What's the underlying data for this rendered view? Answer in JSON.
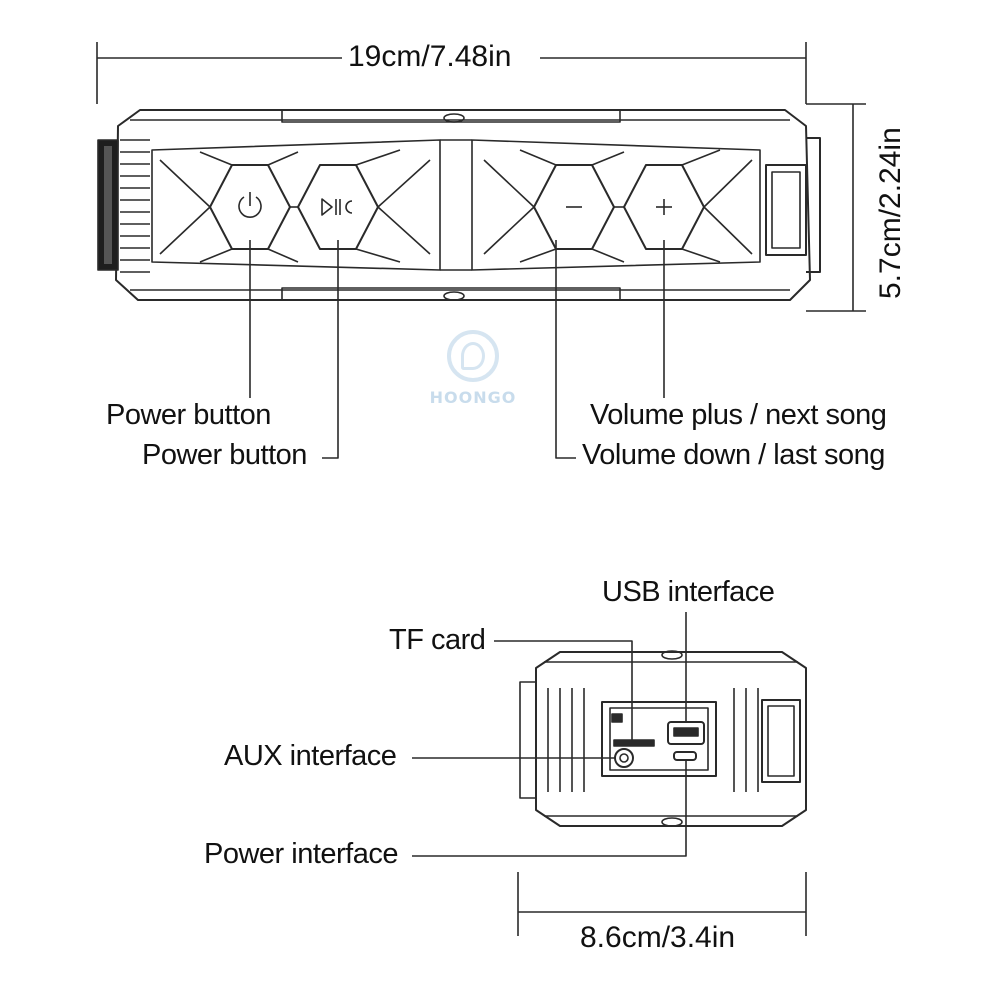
{
  "dimensions": {
    "width_label": "19cm/7.48in",
    "height_label": "5.7cm/2.24in",
    "depth_label": "8.6cm/3.4in"
  },
  "front_callouts": {
    "power": "Power button",
    "play_pause": "Power button",
    "volume_plus": "Volume plus / next song",
    "volume_down": "Volume down / last song"
  },
  "side_callouts": {
    "usb": "USB interface",
    "tf": "TF card",
    "aux": "AUX interface",
    "power_in": "Power interface"
  },
  "watermark": "HOONGO",
  "colors": {
    "line": "#2a2a2a",
    "fill": "#ffffff",
    "watermark": "#c8dcec"
  }
}
